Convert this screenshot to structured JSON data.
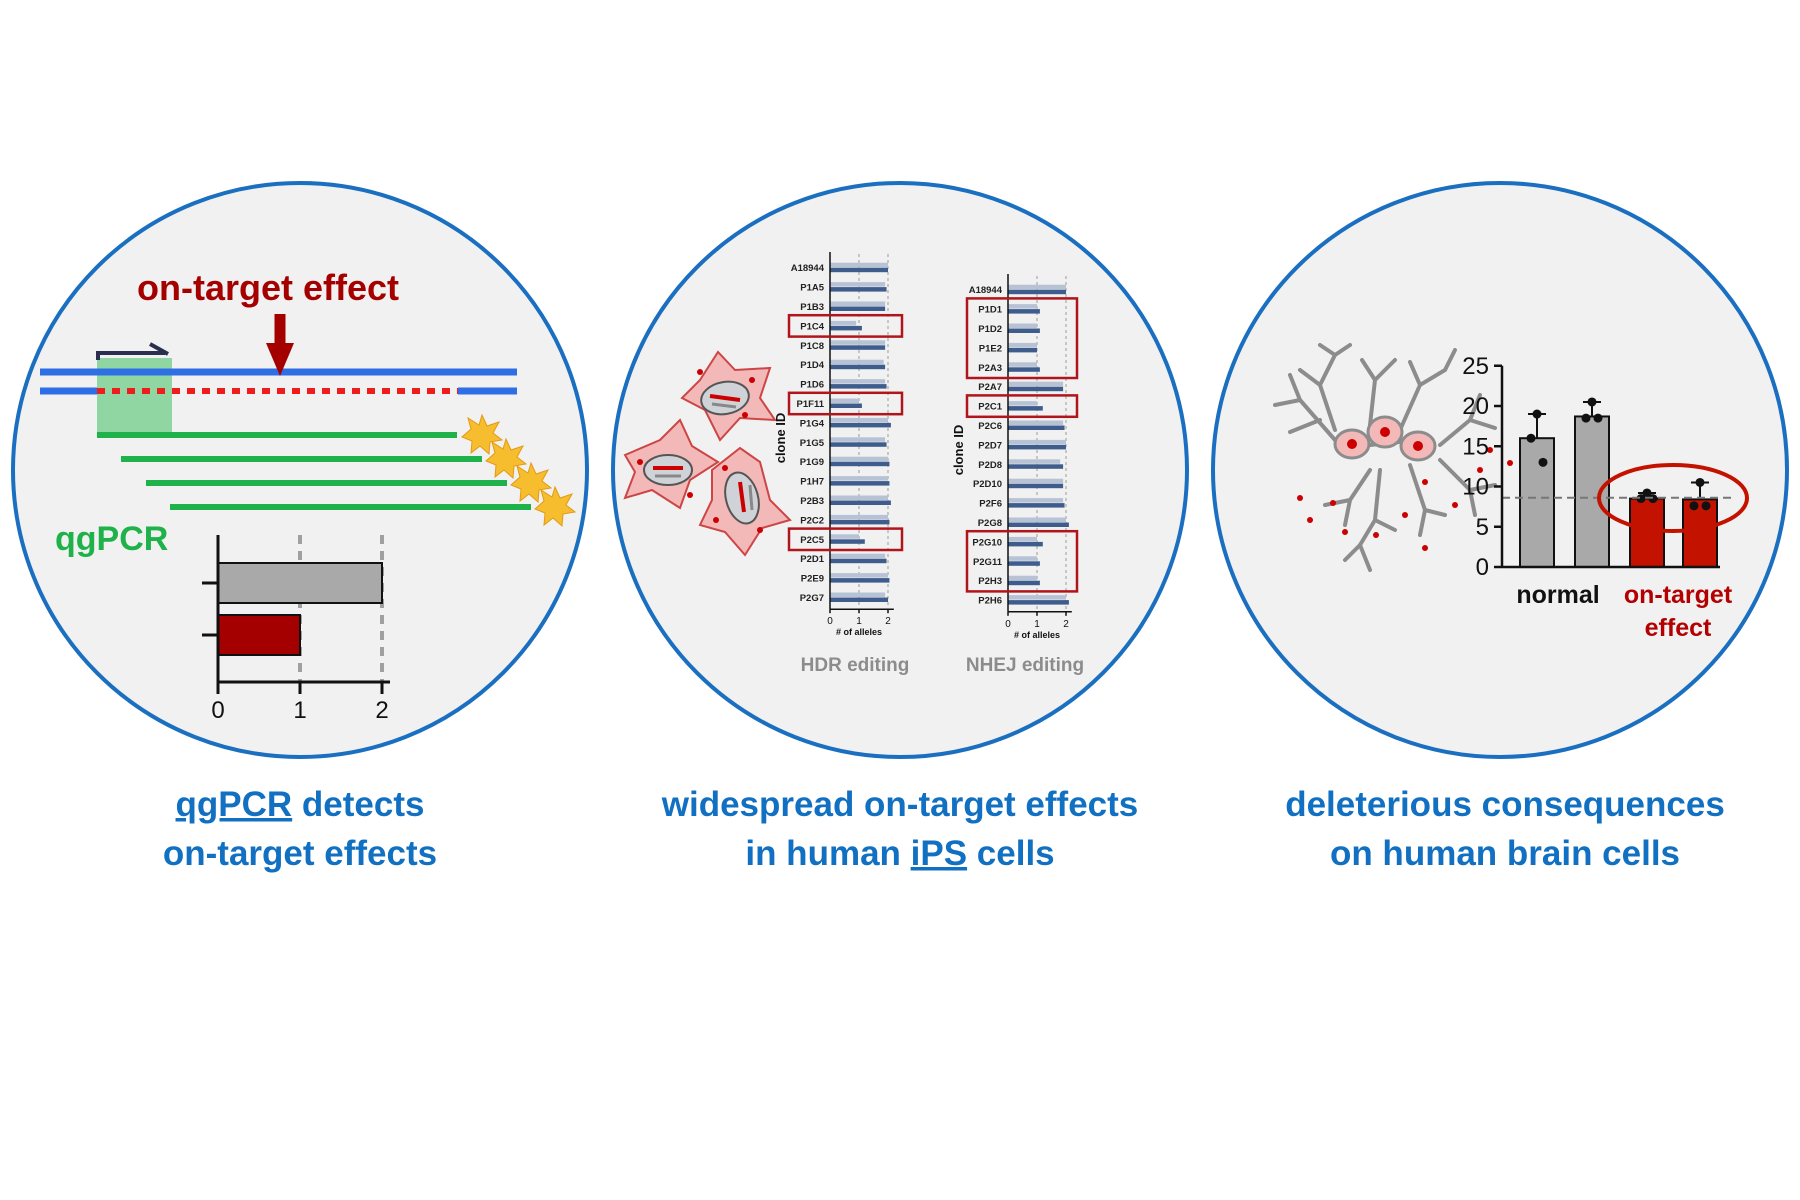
{
  "panel1": {
    "title": "on-target effect",
    "method_label": "qgPCR",
    "axis_ticks": [
      "0",
      "1",
      "2"
    ],
    "bars": [
      {
        "value": 2,
        "color": "#a9a9a9"
      },
      {
        "value": 1,
        "color": "#a50000"
      }
    ],
    "caption": {
      "line1_word": "qgPCR",
      "line1_rest": " detects",
      "line2": "on-target effects"
    }
  },
  "panel2": {
    "clone_axis_label": "clone ID",
    "x_axis_label": "# of alleles",
    "x_ticks": [
      "0",
      "1",
      "2"
    ],
    "hdr": {
      "label": "HDR editing",
      "clones": [
        "A18944",
        "P1A5",
        "P1B3",
        "P1C4",
        "P1C8",
        "P1D4",
        "P1D6",
        "P1F11",
        "P1G4",
        "P1G5",
        "P1G9",
        "P1H7",
        "P2B3",
        "P2C2",
        "P2C5",
        "P2D1",
        "P2E9",
        "P2G7"
      ],
      "values_a": [
        2.0,
        1.9,
        1.9,
        0.9,
        1.9,
        1.85,
        1.9,
        1.0,
        2.0,
        1.9,
        2.0,
        2.0,
        2.0,
        2.0,
        1.0,
        1.9,
        2.0,
        1.9
      ],
      "values_b": [
        2.0,
        1.95,
        1.9,
        1.1,
        1.9,
        1.9,
        1.95,
        1.1,
        2.1,
        1.95,
        2.05,
        2.05,
        2.1,
        2.05,
        1.2,
        1.95,
        2.05,
        2.0
      ],
      "highlighted": [
        "P1C4",
        "P1F11",
        "P2C5"
      ]
    },
    "nhej": {
      "label": "NHEJ editing",
      "clones": [
        "A18944",
        "P1D1",
        "P1D2",
        "P1E2",
        "P2A3",
        "P2A7",
        "P2C1",
        "P2C6",
        "P2D7",
        "P2D8",
        "P2D10",
        "P2F6",
        "P2G8",
        "P2G10",
        "P2G11",
        "P2H3",
        "P2H6"
      ],
      "values_a": [
        2.0,
        1.0,
        1.0,
        1.0,
        1.0,
        1.9,
        1.0,
        1.9,
        2.0,
        1.8,
        1.9,
        1.9,
        2.0,
        1.0,
        1.0,
        1.0,
        2.0
      ],
      "values_b": [
        2.0,
        1.1,
        1.1,
        1.0,
        1.1,
        1.9,
        1.2,
        1.95,
        2.0,
        1.9,
        1.9,
        1.95,
        2.1,
        1.2,
        1.1,
        1.1,
        2.1
      ],
      "highlighted_groups": [
        [
          "P1D1",
          "P1D2",
          "P1E2",
          "P2A3"
        ],
        [
          "P2C1"
        ],
        [
          "P2G10",
          "P2G11",
          "P2H3"
        ]
      ]
    },
    "caption": {
      "line1": "widespread on-target effects",
      "line2_pre": "in human ",
      "line2_word": "iPS",
      "line2_post": " cells"
    }
  },
  "panel3": {
    "y_ticks": [
      "0",
      "5",
      "10",
      "15",
      "20",
      "25"
    ],
    "bars": [
      {
        "value": 16.0,
        "color": "#a9a9a9",
        "points": [
          19.0,
          16.0,
          13.0
        ]
      },
      {
        "value": 18.7,
        "color": "#a9a9a9",
        "points": [
          20.5,
          18.5,
          18.5
        ]
      },
      {
        "value": 8.5,
        "color": "#c41200",
        "points": [
          9.2,
          8.5,
          8.5
        ]
      },
      {
        "value": 8.4,
        "color": "#c41200",
        "points": [
          10.5,
          7.6,
          7.6
        ]
      }
    ],
    "reference_line": 8.6,
    "group_normal": "normal",
    "group_effect_line1": "on-target",
    "group_effect_line2": "effect",
    "caption": {
      "line1": "deleterious consequences",
      "line2": "on human brain cells"
    }
  },
  "colors": {
    "circle_border": "#1a6fc1",
    "circle_fill": "#f1f1f1",
    "dark_red": "#a50000",
    "green": "#1fb24a",
    "blue_strand": "#2e6fe5",
    "caption_blue": "#1170c1"
  }
}
